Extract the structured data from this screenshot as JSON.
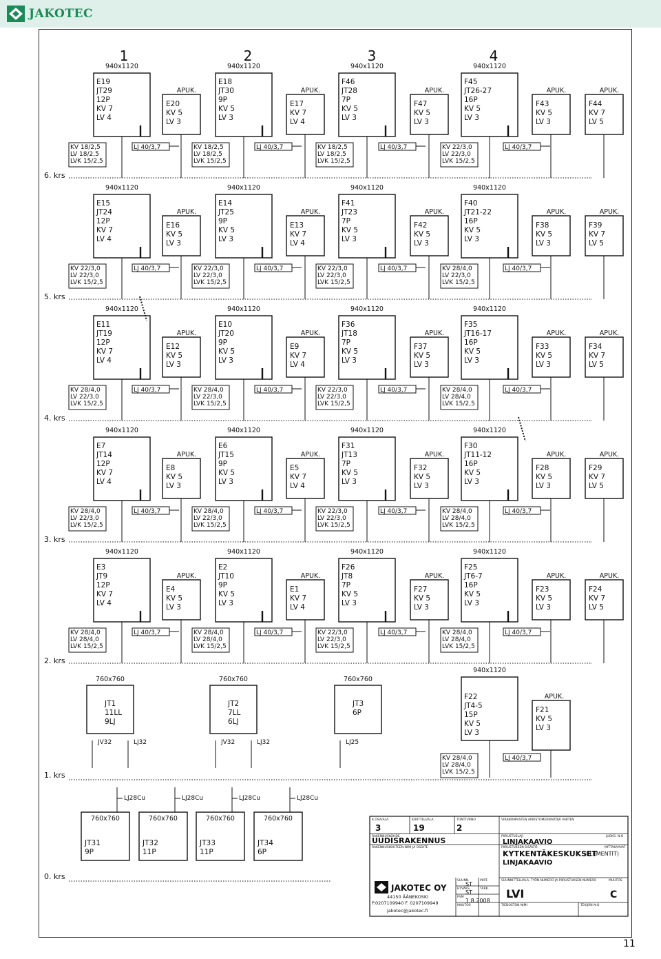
{
  "brand": {
    "name": "JAKOTEC",
    "color": "#1a8a57",
    "bar_color": "#dff0ea"
  },
  "page_number": "11",
  "columns": [
    "1",
    "2",
    "3",
    "4"
  ],
  "floors": [
    {
      "label": "6. krs",
      "big": [
        {
          "size": "940x1120",
          "lines": [
            "E19",
            "JT29",
            "12P",
            "KV 7",
            "LV 4"
          ]
        },
        {
          "size": "940x1120",
          "lines": [
            "E18",
            "JT30",
            "9P",
            "KV 5",
            "LV 3"
          ]
        },
        {
          "size": "940x1120",
          "lines": [
            "F46",
            "JT28",
            "7P",
            "KV 5",
            "LV 3"
          ]
        },
        {
          "size": "940x1120",
          "lines": [
            "F45",
            "JT26-27",
            "16P",
            "KV 5",
            "LV 3"
          ]
        }
      ],
      "apuk": [
        [
          "E20",
          "KV 5",
          "LV 3"
        ],
        [
          "E17",
          "KV 7",
          "LV 4"
        ],
        [
          "F47",
          "KV 5",
          "LV 3"
        ],
        [
          "F43",
          "KV 5",
          "LV 3"
        ],
        [
          "F44",
          "KV 7",
          "LV 5"
        ]
      ],
      "cables": [
        [
          "KV 18/2,5",
          "LV 18/2,5",
          "LVK 15/2,5"
        ],
        [
          "KV 18/2,5",
          "LV 18/2,5",
          "LVK 15/2,5"
        ],
        [
          "KV 18/2,5",
          "LV 18/2,5",
          "LVK 15/2,5"
        ],
        [
          "KV 22/3,0",
          "LV 22/3,0",
          "LVK 15/2,5"
        ]
      ],
      "lj": [
        "LJ 40/3,7",
        "LJ 40/3,7",
        "LJ 40/3,7",
        "LJ 40/3,7"
      ]
    },
    {
      "label": "5. krs",
      "big": [
        {
          "size": "940x1120",
          "lines": [
            "E15",
            "JT24",
            "12P",
            "KV 7",
            "LV 4"
          ]
        },
        {
          "size": "940x1120",
          "lines": [
            "E14",
            "JT25",
            "9P",
            "KV 5",
            "LV 3"
          ]
        },
        {
          "size": "940x1120",
          "lines": [
            "F41",
            "JT23",
            "7P",
            "KV 5",
            "LV 3"
          ]
        },
        {
          "size": "940x1120",
          "lines": [
            "F40",
            "JT21-22",
            "16P",
            "KV 5",
            "LV 3"
          ]
        }
      ],
      "apuk": [
        [
          "E16",
          "KV 5",
          "LV 3"
        ],
        [
          "E13",
          "KV 7",
          "LV 4"
        ],
        [
          "F42",
          "KV 5",
          "LV 3"
        ],
        [
          "F38",
          "KV 5",
          "LV 3"
        ],
        [
          "F39",
          "KV 7",
          "LV 5"
        ]
      ],
      "cables": [
        [
          "KV 22/3,0",
          "LV 22/3,0",
          "LVK 15/2,5"
        ],
        [
          "KV 22/3,0",
          "LV 22/3,0",
          "LVK 15/2,5"
        ],
        [
          "KV 22/3,0",
          "LV 22/3,0",
          "LVK 15/2,5"
        ],
        [
          "KV 28/4,0",
          "LV 22/3,0",
          "LVK 15/2,5"
        ]
      ],
      "lj": [
        "LJ 40/3,7",
        "LJ 40/3,7",
        "LJ 40/3,7",
        "LJ 40/3,7"
      ]
    },
    {
      "label": "4. krs",
      "big": [
        {
          "size": "940x1120",
          "lines": [
            "E11",
            "JT19",
            "12P",
            "KV 7",
            "LV 4"
          ]
        },
        {
          "size": "940x1120",
          "lines": [
            "E10",
            "JT20",
            "9P",
            "KV 5",
            "LV 3"
          ]
        },
        {
          "size": "940x1120",
          "lines": [
            "F36",
            "JT18",
            "7P",
            "KV 5",
            "LV 3"
          ]
        },
        {
          "size": "940x1120",
          "lines": [
            "F35",
            "JT16-17",
            "16P",
            "KV 5",
            "LV 3"
          ]
        }
      ],
      "apuk": [
        [
          "E12",
          "KV 5",
          "LV 3"
        ],
        [
          "E9",
          "KV 7",
          "LV 4"
        ],
        [
          "F37",
          "KV 5",
          "LV 3"
        ],
        [
          "F33",
          "KV 5",
          "LV 3"
        ],
        [
          "F34",
          "KV 7",
          "LV 5"
        ]
      ],
      "cables": [
        [
          "KV 28/4,0",
          "LV 22/3,0",
          "LVK 15/2,5"
        ],
        [
          "KV 28/4,0",
          "LV 22/3,0",
          "LVK 15/2,5"
        ],
        [
          "KV 22/3,0",
          "LV 22/3,0",
          "LVK 15/2,5"
        ],
        [
          "KV 28/4,0",
          "LV 28/4,0",
          "LVK 15/2,5"
        ]
      ],
      "lj": [
        "LJ 40/3,7",
        "LJ 40/3,7",
        "LJ 40/3,7",
        "LJ 40/3,7"
      ]
    },
    {
      "label": "3. krs",
      "big": [
        {
          "size": "940x1120",
          "lines": [
            "E7",
            "JT14",
            "12P",
            "KV 7",
            "LV 4"
          ]
        },
        {
          "size": "940x1120",
          "lines": [
            "E6",
            "JT15",
            "9P",
            "KV 5",
            "LV 3"
          ]
        },
        {
          "size": "940x1120",
          "lines": [
            "F31",
            "JT13",
            "7P",
            "KV 5",
            "LV 3"
          ]
        },
        {
          "size": "940x1120",
          "lines": [
            "F30",
            "JT11-12",
            "16P",
            "KV 5",
            "LV 3"
          ]
        }
      ],
      "apuk": [
        [
          "E8",
          "KV 5",
          "LV 3"
        ],
        [
          "E5",
          "KV 7",
          "LV 4"
        ],
        [
          "F32",
          "KV 5",
          "LV 3"
        ],
        [
          "F28",
          "KV 5",
          "LV 3"
        ],
        [
          "F29",
          "KV 7",
          "LV 5"
        ]
      ],
      "cables": [
        [
          "KV 28/4,0",
          "LV 22/3,0",
          "LVK 15/2,5"
        ],
        [
          "KV 28/4,0",
          "LV 22/3,0",
          "LVK 15/2,5"
        ],
        [
          "KV 22/3,0",
          "LV 22/3,0",
          "LVK 15/2,5"
        ],
        [
          "KV 28/4,0",
          "LV 28/4,0",
          "LVK 15/2,5"
        ]
      ],
      "lj": [
        "LJ 40/3,7",
        "LJ 40/3,7",
        "LJ 40/3,7",
        "LJ 40/3,7"
      ]
    },
    {
      "label": "2. krs",
      "big": [
        {
          "size": "940x1120",
          "lines": [
            "E3",
            "JT9",
            "12P",
            "KV 7",
            "LV 4"
          ]
        },
        {
          "size": "940x1120",
          "lines": [
            "E2",
            "JT10",
            "9P",
            "KV 5",
            "LV 3"
          ]
        },
        {
          "size": "940x1120",
          "lines": [
            "F26",
            "JT8",
            "7P",
            "KV 5",
            "LV 3"
          ]
        },
        {
          "size": "940x1120",
          "lines": [
            "F25",
            "JT6-7",
            "16P",
            "KV 5",
            "LV 3"
          ]
        }
      ],
      "apuk": [
        [
          "E4",
          "KV 5",
          "LV 3"
        ],
        [
          "E1",
          "KV 7",
          "LV 4"
        ],
        [
          "F27",
          "KV 5",
          "LV 3"
        ],
        [
          "F23",
          "KV 5",
          "LV 3"
        ],
        [
          "F24",
          "KV 7",
          "LV 5"
        ]
      ],
      "cables": [
        [
          "KV 28/4,0",
          "LV 28/4,0",
          "LVK 15/2,5"
        ],
        [
          "KV 28/4,0",
          "LV 28/4,0",
          "LVK 15/2,5"
        ],
        [
          "KV 22/3,0",
          "LV 22/3,0",
          "LVK 15/2,5"
        ],
        [
          "KV 28/4,0",
          "LV 28/4,0",
          "LVK 15/2,5"
        ]
      ],
      "lj": [
        "LJ 40/3,7",
        "LJ 40/3,7",
        "LJ 40/3,7",
        "LJ 40/3,7"
      ]
    }
  ],
  "apuk_label": "APUK.",
  "floor1": {
    "label": "1. krs",
    "small": [
      {
        "size": "760x760",
        "lines": [
          "JT1",
          "11LL",
          "9LJ"
        ],
        "feeds": [
          "JV32",
          "LJ32"
        ]
      },
      {
        "size": "760x760",
        "lines": [
          "JT2",
          "7LL",
          "6LJ"
        ],
        "feeds": [
          "JV32",
          "LJ32"
        ]
      },
      {
        "size": "760x760",
        "lines": [
          "JT3",
          "6P"
        ],
        "feeds": [
          "LJ25"
        ]
      }
    ],
    "big": {
      "size": "940x1120",
      "lines": [
        "F22",
        "JT4-5",
        "15P",
        "KV 5",
        "LV 3"
      ]
    },
    "apuk": [
      "F21",
      "KV 5",
      "LV 3"
    ],
    "cables": [
      "KV 28/4,0",
      "LV 28/4,0",
      "LVK 15/2,5"
    ],
    "lj": "LJ 40/3,7"
  },
  "floor0": {
    "label": "0. krs",
    "feeds": [
      "LJ28Cu",
      "LJ28Cu",
      "LJ28Cu",
      "LJ28Cu"
    ],
    "small": [
      {
        "size": "760x760",
        "lines": [
          "JT31",
          "9P"
        ]
      },
      {
        "size": "760x760",
        "lines": [
          "JT32",
          "11P"
        ]
      },
      {
        "size": "760x760",
        "lines": [
          "JT33",
          "11P"
        ]
      },
      {
        "size": "760x760",
        "lines": [
          "JT34",
          "6P"
        ]
      }
    ]
  },
  "titleblock": {
    "h_osa": "K.OSA/ALA",
    "h_kortteli": "KORTTELI/ALA",
    "h_tontti": "TONTTI/RNO",
    "v_osa": "3",
    "v_kortteli": "19",
    "v_tontti": "2",
    "h_rak": "RAKENNUSKOHDE",
    "v_rak": "UUDISRAKENNUS",
    "h_kohde": "RAKENNUSKOHTEEN NIMI JA OSOITE",
    "h_viranom": "VIRANOMAISTEN ARKISTOMERKINTÖJÄ VARTEN",
    "h_piirustuslaji": "PIIRUSTUSLAJI",
    "h_juoks": "JUOKS. N:O",
    "v_piirustuslaji": "LINJAKAAVIO",
    "h_sisalto": "PIIRUSTUKSEN SISÄLTÖ",
    "h_mitta": "MITTAKAAVAT",
    "v_sisalto1": "KYTKENTÄKESKUKSET",
    "v_sisalto_el": "(ELEMENTIT)",
    "v_sisalto2": "LINJAKAAVIO",
    "company": "JAKOTEC OY",
    "address": "44150    ÄÄNEKOSKI",
    "phone": "P.0207109940  F. 0207109949",
    "email": "jakotec@jakotec.fi",
    "h_suunn": "SUUNN.",
    "v_suunn": "ST",
    "h_piirt": "PIIRT.",
    "h_tark": "TARK.",
    "h_hyvaks": "HYVÄKS.",
    "v_hyvaks": "ST",
    "h_pvm": "PVM",
    "v_pvm": "1.8.2008",
    "h_muutos": "MUUTOS",
    "h_suunnittelu": "SUUNNITTELUALA, TYÖN NUMERO JA PIIRUSTUKSEN NUMERO",
    "h_muutos2": "MUUTOS",
    "v_ala": "LVI",
    "v_muutos": "C",
    "h_tiedosto": "TIEDOSTON NIMI",
    "h_tekijan": "TEKIJÄN N:O"
  }
}
